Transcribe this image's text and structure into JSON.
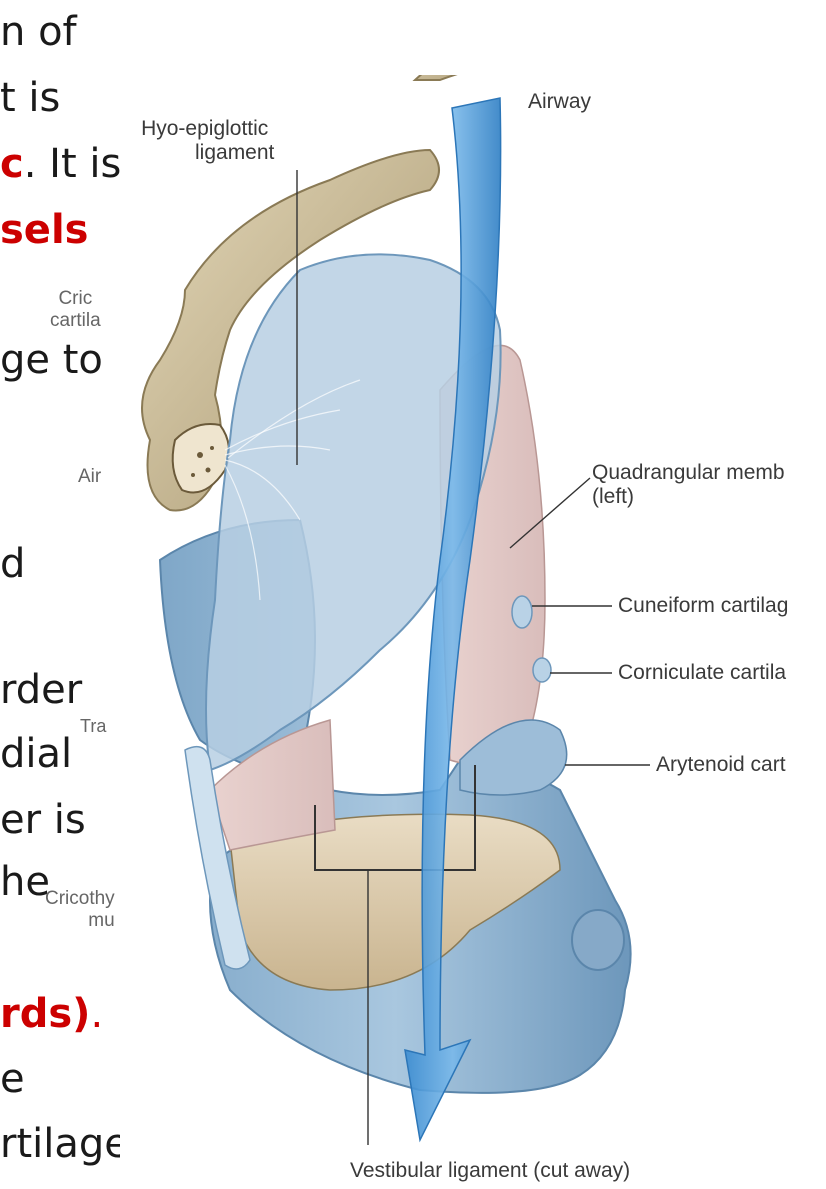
{
  "background_slide": {
    "lines": [
      {
        "segments": [
          {
            "text": "n of",
            "style": "normal"
          }
        ]
      },
      {
        "segments": [
          {
            "text": "t is",
            "style": "normal"
          }
        ]
      },
      {
        "segments": [
          {
            "text": "c",
            "style": "red"
          },
          {
            "text": ". It is",
            "style": "normal"
          }
        ]
      },
      {
        "segments": [
          {
            "text": "sels",
            "style": "red"
          }
        ]
      },
      {
        "segments": [
          {
            "text": "ge to",
            "style": "normal"
          }
        ]
      },
      {
        "segments": [
          {
            "text": "d",
            "style": "normal"
          }
        ]
      },
      {
        "segments": [
          {
            "text": "rder",
            "style": "normal"
          }
        ]
      },
      {
        "segments": [
          {
            "text": "dial",
            "style": "normal"
          }
        ]
      },
      {
        "segments": [
          {
            "text": "er is",
            "style": "normal"
          }
        ]
      },
      {
        "segments": [
          {
            "text": "he",
            "style": "normal"
          }
        ]
      },
      {
        "segments": [
          {
            "text": "rds)",
            "style": "red"
          },
          {
            "text": ".",
            "style": "red-normal"
          }
        ]
      },
      {
        "segments": [
          {
            "text": "e",
            "style": "normal"
          }
        ]
      },
      {
        "segments": [
          {
            "text": "rtilage",
            "style": "normal"
          }
        ]
      }
    ],
    "faded_labels": {
      "crico_line1": "Cric",
      "crico_line2": "cartila",
      "air": "Air",
      "tra": "Tra",
      "cricothy_line1": "Cricothy",
      "cricothy_line2": "mu"
    }
  },
  "figure": {
    "labels": {
      "airway": "Airway",
      "hyo_epiglottic_line1": "Hyo-epiglottic",
      "hyo_epiglottic_line2": "ligament",
      "quadrangular_line1": "Quadrangular memb",
      "quadrangular_line2": "(left)",
      "cuneiform": "Cuneiform cartilag",
      "corniculate": "Corniculate cartila",
      "arytenoid": "Arytenoid cart",
      "vestibular": "Vestibular ligament (cut away)"
    },
    "colors": {
      "bone": "#cbbd9a",
      "cartilage_blue": "#8fb4d3",
      "membrane": "#e8d6d4",
      "airway_arrow": "#4a9ad8"
    }
  }
}
